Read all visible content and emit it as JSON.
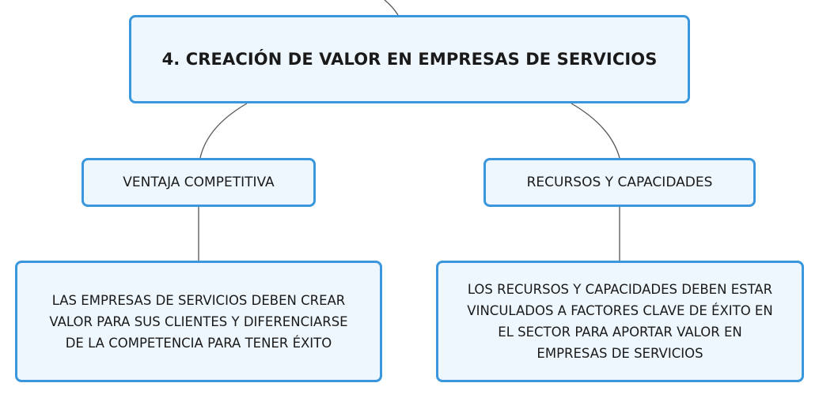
{
  "root": {
    "label": "4. CREACIÓN DE VALOR EN EMPRESAS DE SERVICIOS"
  },
  "branches": [
    {
      "label": "VENTAJA COMPETITIVA",
      "detail_lines": [
        "LAS EMPRESAS DE SERVICIOS DEBEN CREAR",
        "VALOR PARA SUS CLIENTES Y DIFERENCIARSE",
        "DE LA COMPETENCIA PARA TENER ÉXITO"
      ]
    },
    {
      "label": "RECURSOS Y CAPACIDADES",
      "detail_lines": [
        "LOS RECURSOS Y CAPACIDADES DEBEN ESTAR",
        "VINCULADOS A FACTORES CLAVE DE ÉXITO EN",
        "EL SECTOR PARA APORTAR VALOR EN",
        "EMPRESAS DE SERVICIOS"
      ]
    }
  ],
  "colors": {
    "node_border": "#3a97dc",
    "node_fill": "#eef7fd",
    "connector": "#555555"
  }
}
